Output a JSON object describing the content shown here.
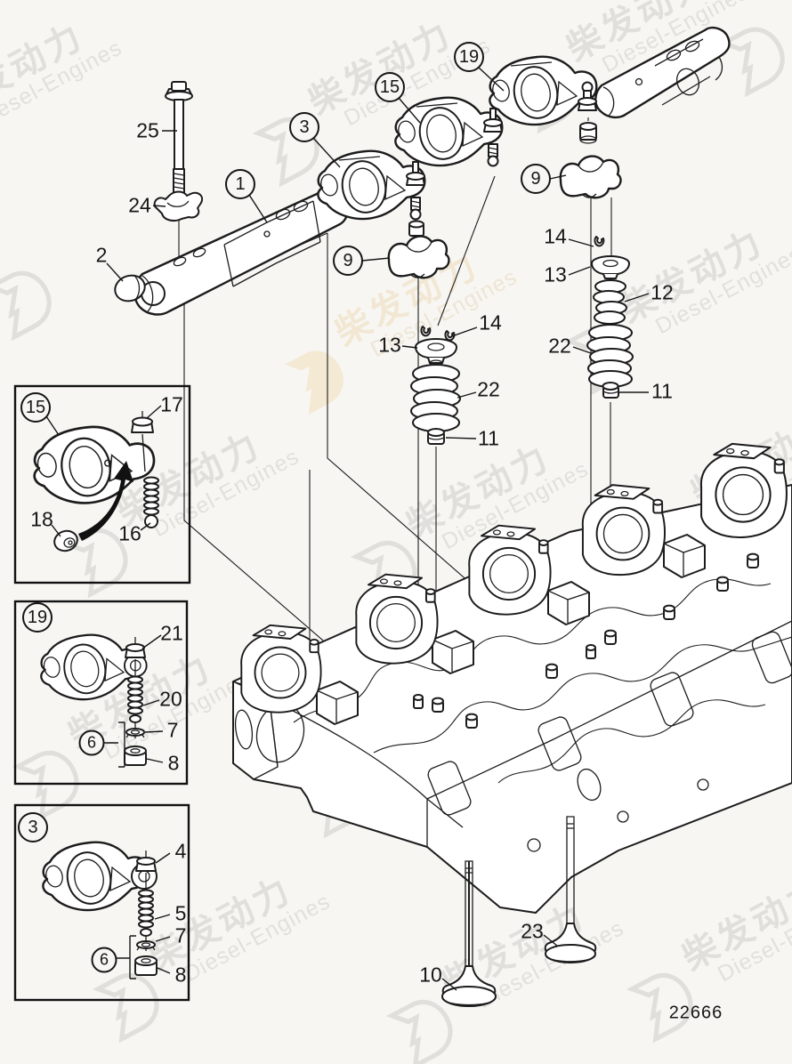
{
  "drawing": {
    "number": "22666",
    "watermark": {
      "cn": "柴发动力",
      "en": "Diesel-Engines"
    },
    "callouts": {
      "1": "1",
      "2": "2",
      "3": "3",
      "4": "4",
      "5": "5",
      "6": "6",
      "7": "7",
      "8": "8",
      "9": "9",
      "10": "10",
      "11": "11",
      "12": "12",
      "13": "13",
      "14": "14",
      "15": "15",
      "16": "16",
      "17": "17",
      "18": "18",
      "19": "19",
      "20": "20",
      "21": "21",
      "22": "22",
      "23": "23",
      "24": "24",
      "25": "25"
    }
  }
}
